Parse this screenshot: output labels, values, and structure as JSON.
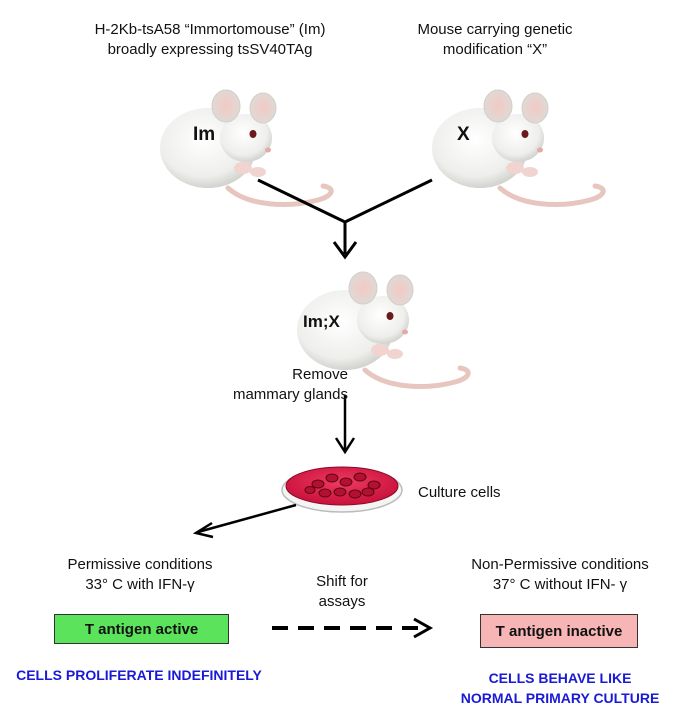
{
  "top_left": {
    "line1": "H-2Kb-tsA58 “Immortomouse” (Im)",
    "line2": "broadly expressing tsSV40TAg",
    "mouse_label": "Im"
  },
  "top_right": {
    "line1": "Mouse carrying genetic",
    "line2": "modification “X”",
    "mouse_label": "X"
  },
  "offspring": {
    "mouse_label": "Im;X"
  },
  "step_remove": {
    "line1": "Remove",
    "line2": "mammary glands"
  },
  "culture": {
    "label": "Culture cells"
  },
  "permissive": {
    "line1": "Permissive conditions",
    "line2": "33° C with IFN-γ",
    "box_label": "T antigen active",
    "box_color": "#5ce35c",
    "outcome": "CELLS PROLIFERATE INDEFINITELY"
  },
  "shift": {
    "line1": "Shift for",
    "line2": "assays"
  },
  "non_permissive": {
    "line1": "Non-Permissive conditions",
    "line2": "37° C without IFN- γ",
    "box_label": "T antigen inactive",
    "box_color": "#f7b5b5",
    "outcome_line1": "CELLS BEHAVE LIKE",
    "outcome_line2": "NORMAL PRIMARY CULTURE"
  },
  "colors": {
    "outcome_text": "#1a1ad6",
    "dish_red": "#d4163c"
  }
}
